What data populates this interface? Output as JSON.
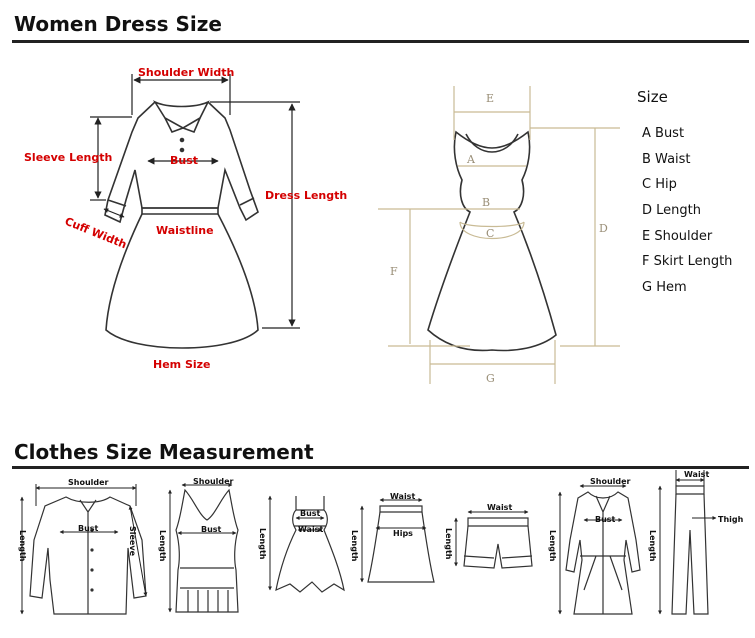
{
  "sections": {
    "top_title": "Women Dress Size",
    "bottom_title": "Clothes Size Measurement"
  },
  "dress_diagram": {
    "shoulder_width": "Shoulder Width",
    "sleeve_length": "Sleeve Length",
    "bust": "Bust",
    "dress_length": "Dress Length",
    "cuff_width": "Cuff Width",
    "waistline": "Waistline",
    "hem_size": "Hem Size"
  },
  "sleeveless_diagram": {
    "letters": [
      "E",
      "A",
      "B",
      "C",
      "D",
      "F",
      "G"
    ]
  },
  "legend": {
    "title": "Size",
    "items": [
      "A Bust",
      "B Waist",
      "C Hip",
      "D Length",
      "E Shoulder",
      "F Skirt Length",
      "G Hem"
    ]
  },
  "garments": {
    "shirt": {
      "shoulder": "Shoulder",
      "bust": "Bust",
      "sleeve": "Sleeve",
      "length": "Length"
    },
    "tank": {
      "shoulder": "Shoulder",
      "bust": "Bust",
      "length": "Length"
    },
    "dress": {
      "bust": "Bust",
      "waist": "Waist",
      "length": "Length"
    },
    "skirt": {
      "waist": "Waist",
      "hips": "Hips",
      "length": "Length"
    },
    "shorts": {
      "waist": "Waist",
      "length": "Length"
    },
    "coat": {
      "shoulder": "Shoulder",
      "bust": "Bust",
      "length": "Length"
    },
    "pants": {
      "waist": "Waist",
      "thigh": "Thigh",
      "length": "Length"
    }
  },
  "colors": {
    "red_label": "#d40000",
    "tan_line": "#c9bb95",
    "ink": "#222222"
  }
}
